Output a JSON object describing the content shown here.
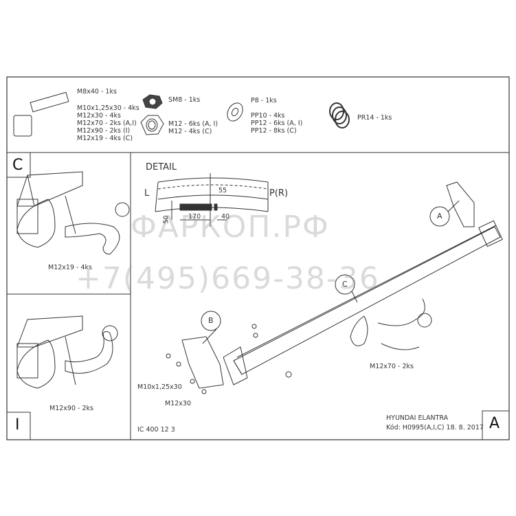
{
  "parts": {
    "bolt": [
      "M8x40 - 1ks",
      "M10x1,25x30 - 4ks",
      "M12x30 - 4ks",
      "M12x70 - 2ks (A,I)",
      "M12x90 - 2ks (I)",
      "M12x19 - 4ks (C)"
    ],
    "self_lock_nut": "SM8 - 1ks",
    "nut": [
      "M12 - 6ks (A, I)",
      "M12 - 4ks (C)"
    ],
    "washer": [
      "P8 - 1ks",
      "PP10 - 4ks",
      "PP12 - 6ks (A, I)",
      "PP12 - 8ks (C)"
    ],
    "spring_washer": "PR14 - 1ks"
  },
  "panels": {
    "C": {
      "label": "C",
      "bolt": "M12x19 - 4ks"
    },
    "I": {
      "label": "I",
      "bolt": "M12x90 - 2ks"
    },
    "A": {
      "label": "A"
    }
  },
  "detail": {
    "title": "DETAIL",
    "left": "L",
    "right": "P(R)",
    "dims": [
      "55",
      "50",
      "170",
      "40"
    ]
  },
  "main": {
    "callouts": [
      "A",
      "B",
      "C"
    ],
    "bolts": [
      "M10x1,25x30",
      "M12x30",
      "M12x70 - 2ks"
    ]
  },
  "title_block": {
    "drawing_no": "IC 400 12 3",
    "vehicle": "HYUNDAI ELANTRA",
    "code": "Kód: H0995(A,I,C)  18. 8. 2017"
  },
  "watermark": {
    "brand": "ФАРКОП.РФ",
    "phone": "+7(495)669-38-36"
  }
}
